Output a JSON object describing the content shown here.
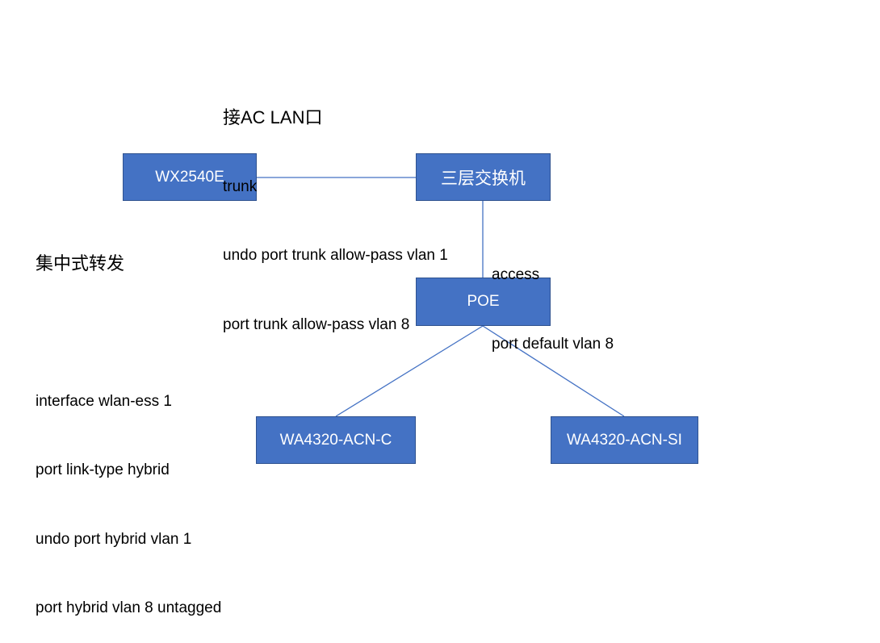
{
  "diagram": {
    "nodes": {
      "ac": {
        "label": "WX2540E"
      },
      "l3switch": {
        "label": "三层交换机"
      },
      "poe": {
        "label": "POE"
      },
      "ap1": {
        "label": "WA4320-ACN-C"
      },
      "ap2": {
        "label": "WA4320-ACN-SI"
      }
    },
    "links": [
      {
        "from": "ac",
        "to": "l3switch"
      },
      {
        "from": "l3switch",
        "to": "poe"
      },
      {
        "from": "poe",
        "to": "ap1"
      },
      {
        "from": "poe",
        "to": "ap2"
      }
    ],
    "notes": {
      "ac_lan": {
        "title": "接AC LAN口",
        "lines": [
          "trunk",
          "undo port trunk allow-pass vlan 1",
          "port trunk allow-pass vlan 8"
        ]
      },
      "central_forwarding": {
        "title": "集中式转发",
        "lines": [
          "interface wlan-ess 1",
          "port link-type hybrid",
          "undo port hybrid vlan 1",
          "port hybrid vlan 8 untagged"
        ]
      },
      "access_port": {
        "lines": [
          "access",
          "port default vlan 8"
        ]
      }
    },
    "colors": {
      "node_fill": "#4472c4",
      "node_border": "#2f528f",
      "link": "#4472c4",
      "node_text": "#ffffff"
    }
  }
}
